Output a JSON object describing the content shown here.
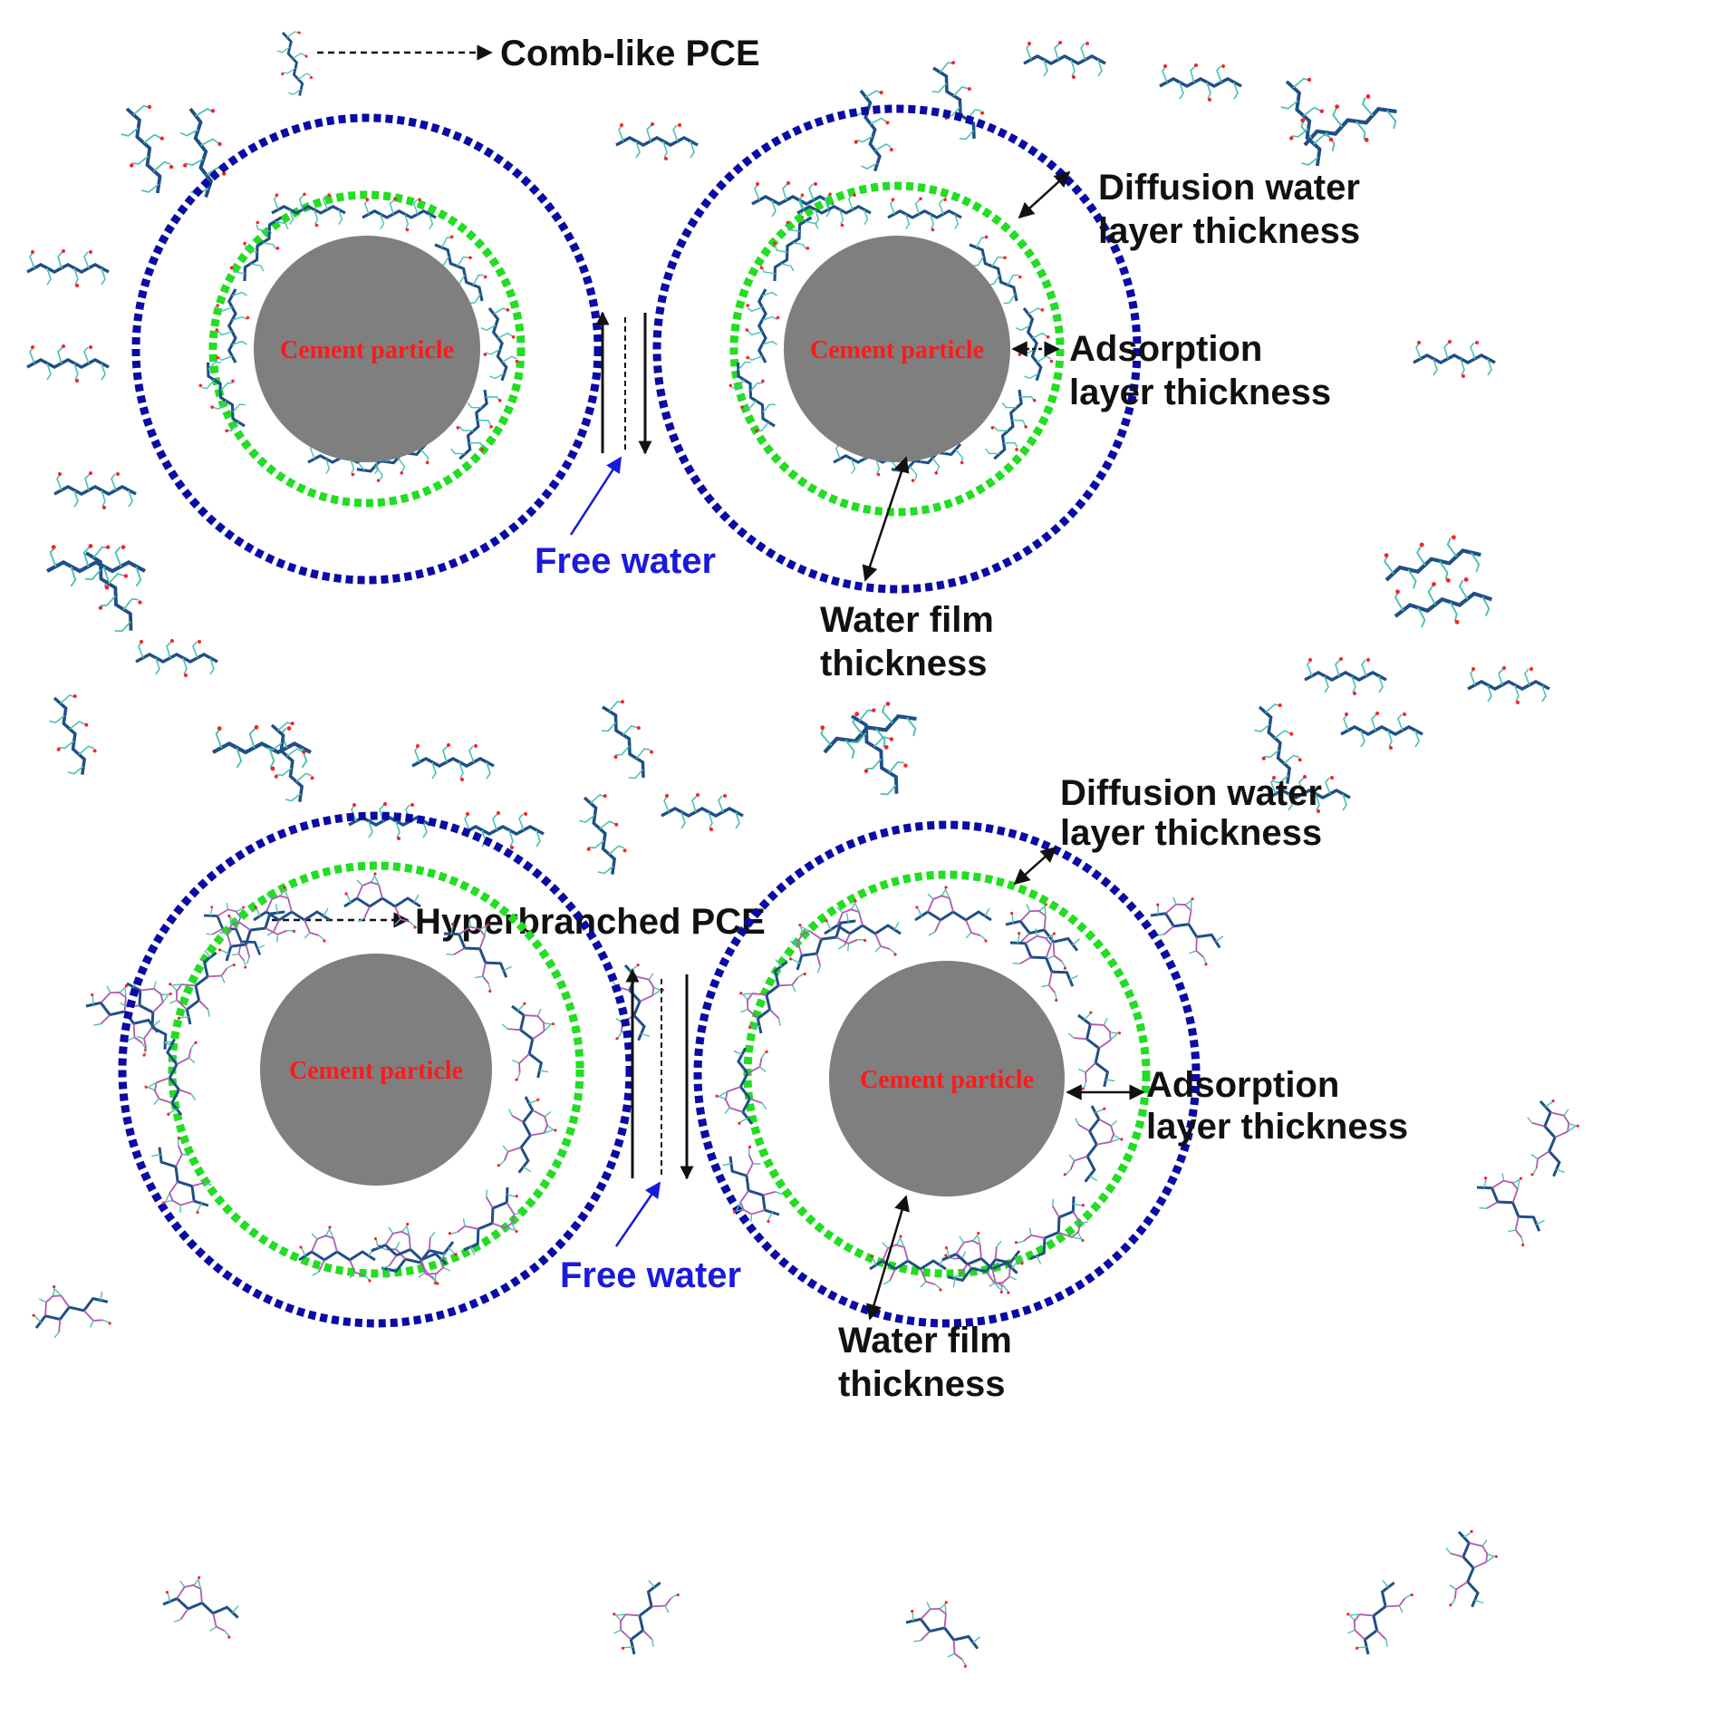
{
  "colors": {
    "diffusion_ring": "#0a0aa6",
    "adsorption_ring": "#22dd22",
    "cement_fill": "#7f7f7f",
    "cement_text": "#ff1a1a",
    "free_water_text": "#1a1adb",
    "label_text": "#111111",
    "polymer_backbone": "#1f4f86",
    "polymer_side_chain": "#4fc0b0",
    "polymer_charge": "#ff2020",
    "hyperbranched_branch": "#b05ab0"
  },
  "icons": {
    "polymer_key": "comb-polymer-icon",
    "polymer_molecule": "polymer-molecule-icon"
  },
  "top_panel": {
    "legend_label": "Comb-like PCE",
    "left_particle_label": "Cement particle",
    "right_particle_label": "Cement particle",
    "free_water_label": "Free water",
    "diffusion_label_line1": "Diffusion water",
    "diffusion_label_line2": "layer thickness",
    "adsorption_label_line1": "Adsorption",
    "adsorption_label_line2": "layer thickness",
    "water_film_label_line1": "Water film",
    "water_film_label_line2": "thickness"
  },
  "bottom_panel": {
    "legend_label": "Hyperbranched PCE",
    "left_particle_label": "Cement particle",
    "right_particle_label": "Cement particle",
    "free_water_label": "Free water",
    "diffusion_label_line1": "Diffusion water",
    "diffusion_label_line2": "layer thickness",
    "adsorption_label_line1": "Adsorption",
    "adsorption_label_line2": "layer thickness",
    "water_film_label_line1": "Water film",
    "water_film_label_line2": "thickness"
  }
}
